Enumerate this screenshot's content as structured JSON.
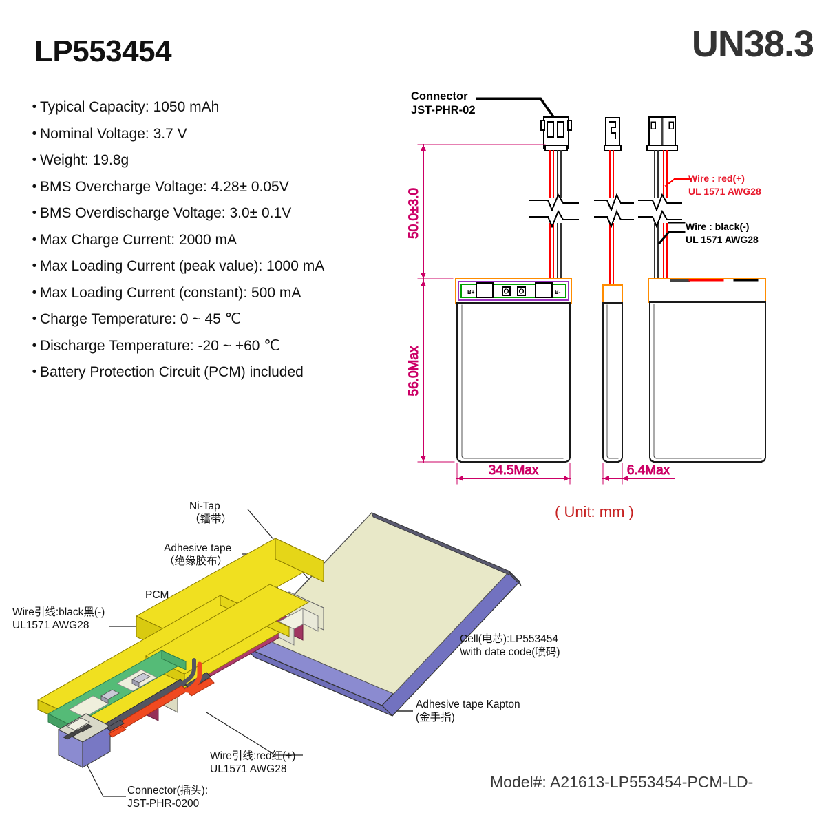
{
  "header": {
    "title": "LP553454",
    "certification_badge": "UN38.3"
  },
  "specs": {
    "bullet": "•",
    "items": [
      "Typical Capacity: 1050 mAh",
      "Nominal Voltage: 3.7 V",
      "Weight: 19.8g",
      "BMS Overcharge Voltage: 4.28± 0.05V",
      "BMS Overdischarge Voltage: 3.0± 0.1V",
      "Max Charge Current: 2000 mA",
      "Max Loading Current (peak value): 1000 mA",
      "Max Loading Current (constant): 500 mA",
      "Charge Temperature: 0 ~ 45 ℃",
      "Discharge Temperature: -20 ~ +60 ℃",
      "Battery Protection Circuit (PCM) included"
    ]
  },
  "technical_drawing": {
    "connector_label_line1": "Connector",
    "connector_label_line2": "JST-PHR-02",
    "wire_red_line1": "Wire : red(+)",
    "wire_red_line2": "UL 1571 AWG28",
    "wire_black_line1": "Wire : black(-)",
    "wire_black_line2": "UL 1571 AWG28",
    "dimension_height": "50.0±3.0",
    "dimension_cell_height": "56.0Max",
    "dimension_width": "34.5Max",
    "dimension_thickness": "6.4Max",
    "terminal_positive": "B+",
    "terminal_negative": "B-",
    "unit_note": "( Unit: mm )",
    "colors": {
      "dimension": "#cc0066",
      "wire_red": "#e8192c",
      "kapton_orange": "#ff8c00",
      "pcm_purple": "#9b30c0",
      "pcm_green": "#00a000"
    }
  },
  "exploded_diagram": {
    "label_nitap_line1": "Ni-Tap",
    "label_nitap_line2": "（镭带）",
    "label_adhesive_line1": "Adhesive tape",
    "label_adhesive_line2": "（绝缘胶布）",
    "label_pcm": "PCM",
    "label_wire_black_line1": "Wire引线:black黑(-)",
    "label_wire_black_line2": "UL1571 AWG28",
    "label_cell_line1": "Cell(电芯):LP553454",
    "label_cell_line2": "\\with date code(喷码)",
    "label_kapton_line1": "Adhesive tape Kapton",
    "label_kapton_line2": "(金手指)",
    "label_wire_red_line1": "Wire引线:red红(+)",
    "label_wire_red_line2": "UL1571 AWG28",
    "label_connector_line1": "Connector(插头):",
    "label_connector_line2": "JST-PHR-0200",
    "colors": {
      "cell_body": "#8b8bd0",
      "cell_top": "#e8e8c8",
      "kapton_yellow": "#f0e020",
      "component_magenta": "#b03a6a",
      "pcb_green": "#55bb77",
      "wire_black": "#555560",
      "wire_red": "#f04a20"
    }
  },
  "footer": {
    "model_number": "Model#: A21613-LP553454-PCM-LD-"
  }
}
